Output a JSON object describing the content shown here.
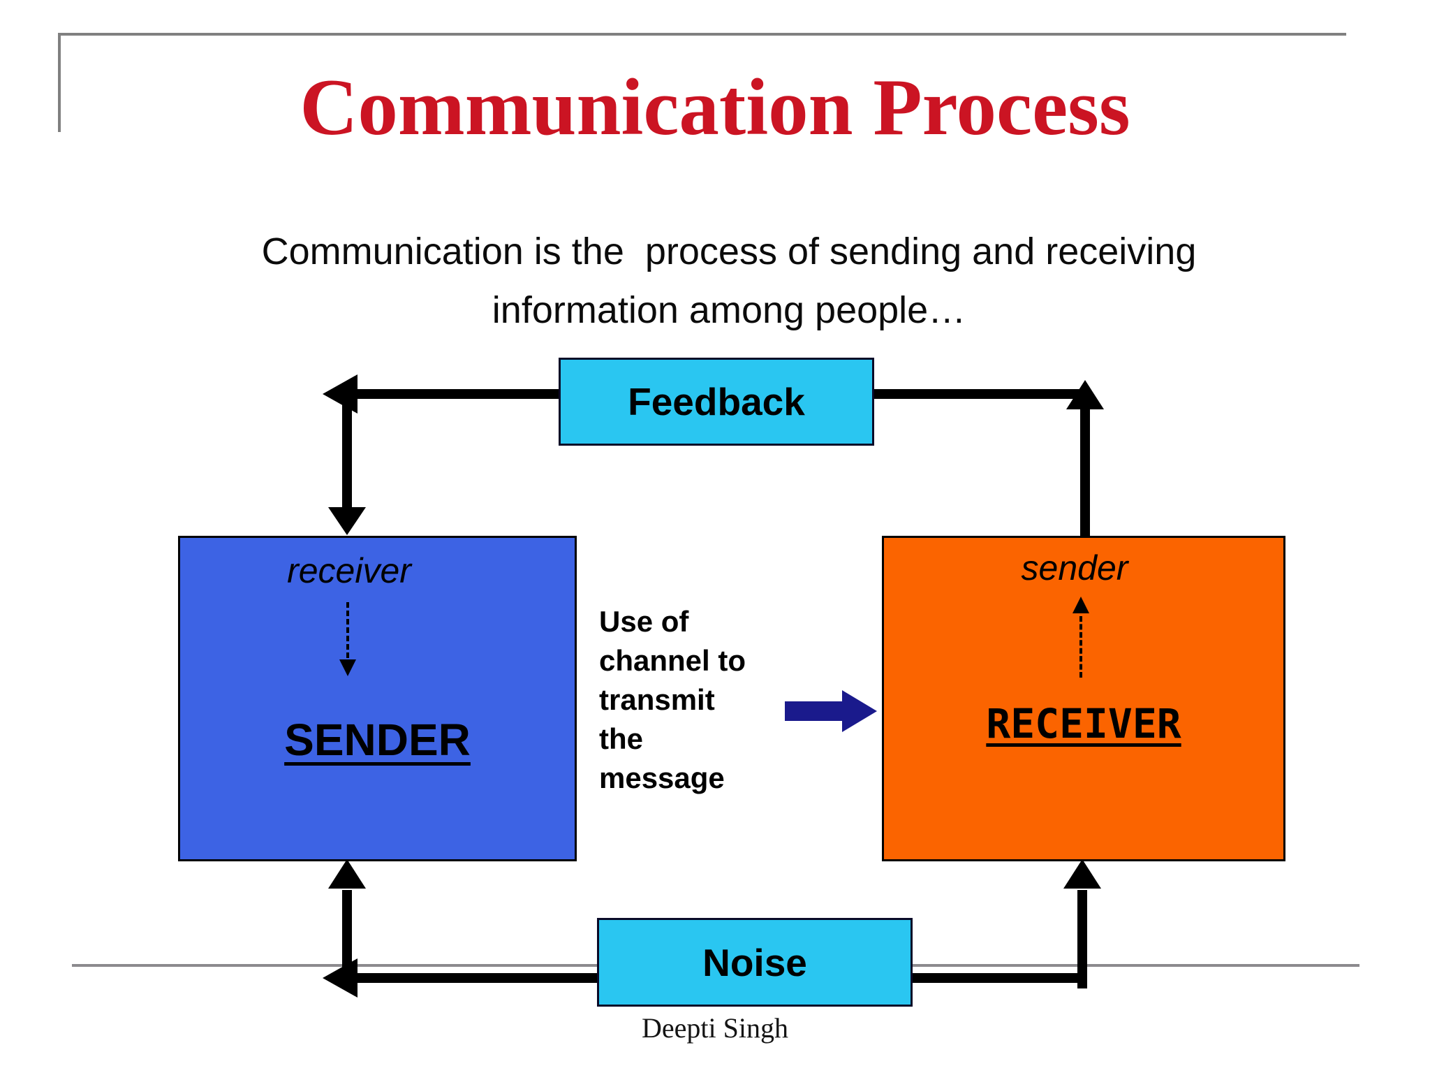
{
  "slide": {
    "title": "Communication Process",
    "subtitle": {
      "line1": "Communication is the  process of sending and receiving",
      "line2": "information among people…"
    },
    "footer": "Deepti Singh"
  },
  "diagram": {
    "feedback_label": "Feedback",
    "noise_label": "Noise",
    "sender_box": {
      "role_note": "receiver",
      "label": "SENDER"
    },
    "receiver_box": {
      "role_note": "sender",
      "label": "RECEIVER"
    },
    "channel_note": "Use of\nchannel to\ntransmit\nthe\nmessage"
  },
  "colors": {
    "title_red": "#CB1423",
    "box_cyan": "#2AC6F1",
    "box_blue": "#3D63E4",
    "box_orange": "#FB6400",
    "arrow_navy": "#1A1A8C",
    "line_black": "#000000",
    "frame_gray": "#808080",
    "rule_gray": "#8C8A8E"
  }
}
